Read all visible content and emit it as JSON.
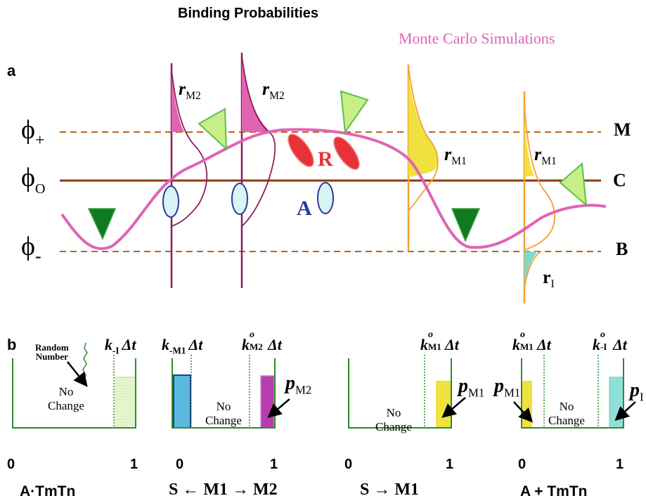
{
  "title": "Binding Probabilities",
  "subtitle": "Monte Carlo Simulations",
  "panel_a": {
    "label": "a",
    "levels": {
      "phi_plus": {
        "symbol": "ϕ",
        "sub": "+",
        "state": "M"
      },
      "phi_zero": {
        "symbol": "ϕ",
        "sub": "O",
        "state": "C"
      },
      "phi_minus": {
        "symbol": "ϕ",
        "sub": "-",
        "state": "B"
      }
    },
    "labels": {
      "rM2_left": {
        "main": "r",
        "sub": "M2"
      },
      "rM2_right": {
        "main": "r",
        "sub": "M2"
      },
      "rM1_left": {
        "main": "r",
        "sub": "M1"
      },
      "rM1_right": {
        "main": "r",
        "sub": "M1"
      },
      "rI": {
        "main": "r",
        "sub": "I"
      },
      "R": "R",
      "A": "A"
    },
    "colors": {
      "dashed_level": "#b5651d",
      "c_line": "#8b3a10",
      "tm_curve": "#e063b5",
      "m2_dist": "#8b1e5a",
      "m2_fill": "#e064b0",
      "m1_dist": "#f5a030",
      "m1_fill": "#f0e040",
      "i_fill": "#7fd8d0",
      "R_ellipse": "#e8323a",
      "A_ellipse": "#2a3aa0",
      "A_fill": "#d8f4f4",
      "dark_triangle": "#0f7a1e",
      "light_triangle": "#c8ee88"
    }
  },
  "panel_b": {
    "label": "b",
    "boxes": [
      {
        "caption": "A·TmTn",
        "tick0": "0",
        "tick1": "1",
        "top_labels": [
          {
            "k": "k",
            "sub": "-I",
            "sup": "",
            "dt": "Δt"
          }
        ],
        "random_number": [
          "Random",
          "Number"
        ],
        "no_change": [
          "No",
          "Change"
        ],
        "probs": []
      },
      {
        "caption": "S ← M1 → M2",
        "tick0": "0",
        "tick1": "1",
        "top_labels": [
          {
            "k": "k",
            "sub": "-M1",
            "sup": "",
            "dt": "Δt"
          },
          {
            "k": "k",
            "sub": "M2",
            "sup": "o",
            "dt": "Δt"
          }
        ],
        "no_change": [
          "No",
          "Change"
        ],
        "probs": [
          {
            "main": "p",
            "sub": "M2"
          }
        ]
      },
      {
        "caption": "S → M1",
        "tick0": "0",
        "tick1": "1",
        "top_labels": [
          {
            "k": "k",
            "sub": "M1",
            "sup": "o",
            "dt": "Δt"
          }
        ],
        "no_change": [
          "No",
          "Change"
        ],
        "probs": [
          {
            "main": "p",
            "sub": "M1"
          }
        ]
      },
      {
        "caption": "A + TmTn",
        "tick0": "0",
        "tick1": "1",
        "top_labels": [
          {
            "k": "k",
            "sub": "M1",
            "sup": "o",
            "dt": "Δt"
          },
          {
            "k": "k",
            "sub": "-I",
            "sup": "o",
            "dt": "Δt"
          }
        ],
        "no_change": [
          "No",
          "Change"
        ],
        "probs": [
          {
            "main": "p",
            "sub": "M1"
          },
          {
            "main": "p",
            "sub": "I"
          }
        ]
      }
    ],
    "colors": {
      "box_line": "#2e8b2e",
      "hatch_fill": "#dff3c8",
      "blue_bar": "#5bb8e0",
      "blue_bar_edge": "#1f3f8a",
      "purple_bar": "#b83cb0",
      "yellow_bar": "#f0e040",
      "cyan_bar": "#8fe0d8"
    }
  }
}
